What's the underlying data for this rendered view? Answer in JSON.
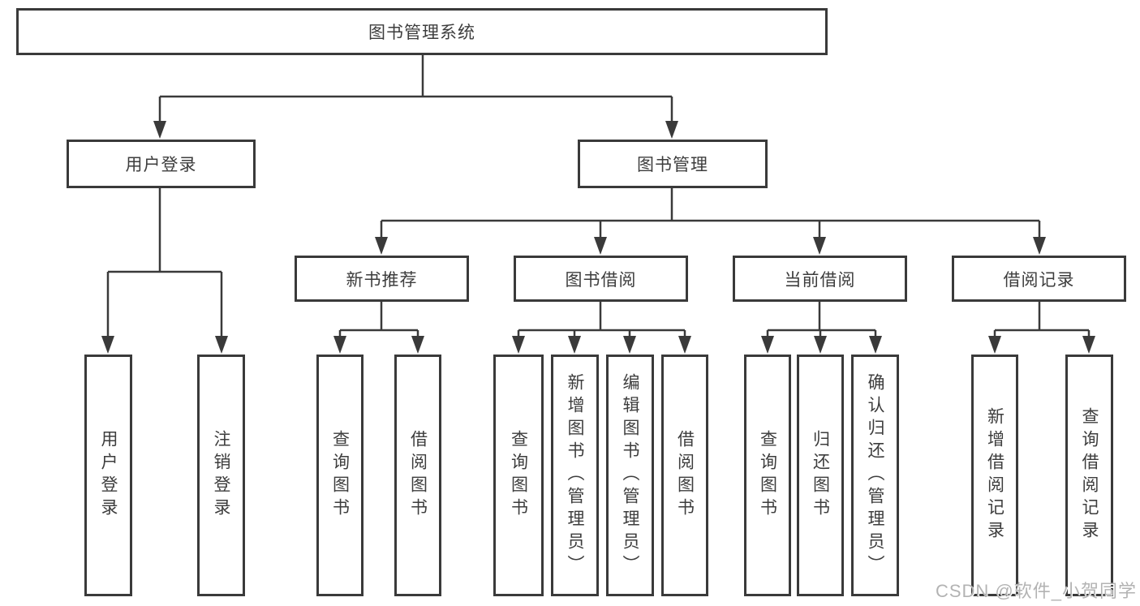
{
  "diagram_title": "图书管理系统",
  "colors": {
    "line": "#3a3a3a",
    "text": "#3d3d3d",
    "background": "#ffffff",
    "watermark_text_color": "#b3b3b3"
  },
  "watermark": {
    "text": "CSDN @软件_小贺同学"
  },
  "nodes": {
    "root": {
      "label": "图书管理系统"
    },
    "user_login": {
      "label": "用户登录"
    },
    "book_mgmt": {
      "label": "图书管理"
    },
    "new_book_rec": {
      "label": "新书推荐"
    },
    "book_borrow": {
      "label": "图书借阅"
    },
    "current_borrow": {
      "label": "当前借阅"
    },
    "borrow_records": {
      "label": "借阅记录"
    },
    "leaf_user_login": {
      "label": "用户登录"
    },
    "leaf_logout": {
      "label": "注销登录"
    },
    "rec_query_books": {
      "label": "查询图书"
    },
    "rec_borrow_books": {
      "label": "借阅图书"
    },
    "bb_query_books": {
      "label": "查询图书"
    },
    "bb_add_books": {
      "label": "新增图书（管理员）"
    },
    "bb_edit_books": {
      "label": "编辑图书（管理员）"
    },
    "bb_borrow_books": {
      "label": "借阅图书"
    },
    "cb_query_books": {
      "label": "查询图书"
    },
    "cb_return_books": {
      "label": "归还图书"
    },
    "cb_confirm_return": {
      "label": "确认归还（管理员）"
    },
    "br_add_record": {
      "label": "新增借阅记录"
    },
    "br_query_record": {
      "label": "查询借阅记录"
    }
  },
  "hierarchy": {
    "root": "图书管理系统",
    "children": [
      {
        "label": "用户登录",
        "children": [
          "用户登录",
          "注销登录"
        ]
      },
      {
        "label": "图书管理",
        "children": [
          {
            "label": "新书推荐",
            "children": [
              "查询图书",
              "借阅图书"
            ]
          },
          {
            "label": "图书借阅",
            "children": [
              "查询图书",
              "新增图书（管理员）",
              "编辑图书（管理员）",
              "借阅图书"
            ]
          },
          {
            "label": "当前借阅",
            "children": [
              "查询图书",
              "归还图书",
              "确认归还（管理员）"
            ]
          },
          {
            "label": "借阅记录",
            "children": [
              "新增借阅记录",
              "查询借阅记录"
            ]
          }
        ]
      }
    ]
  }
}
